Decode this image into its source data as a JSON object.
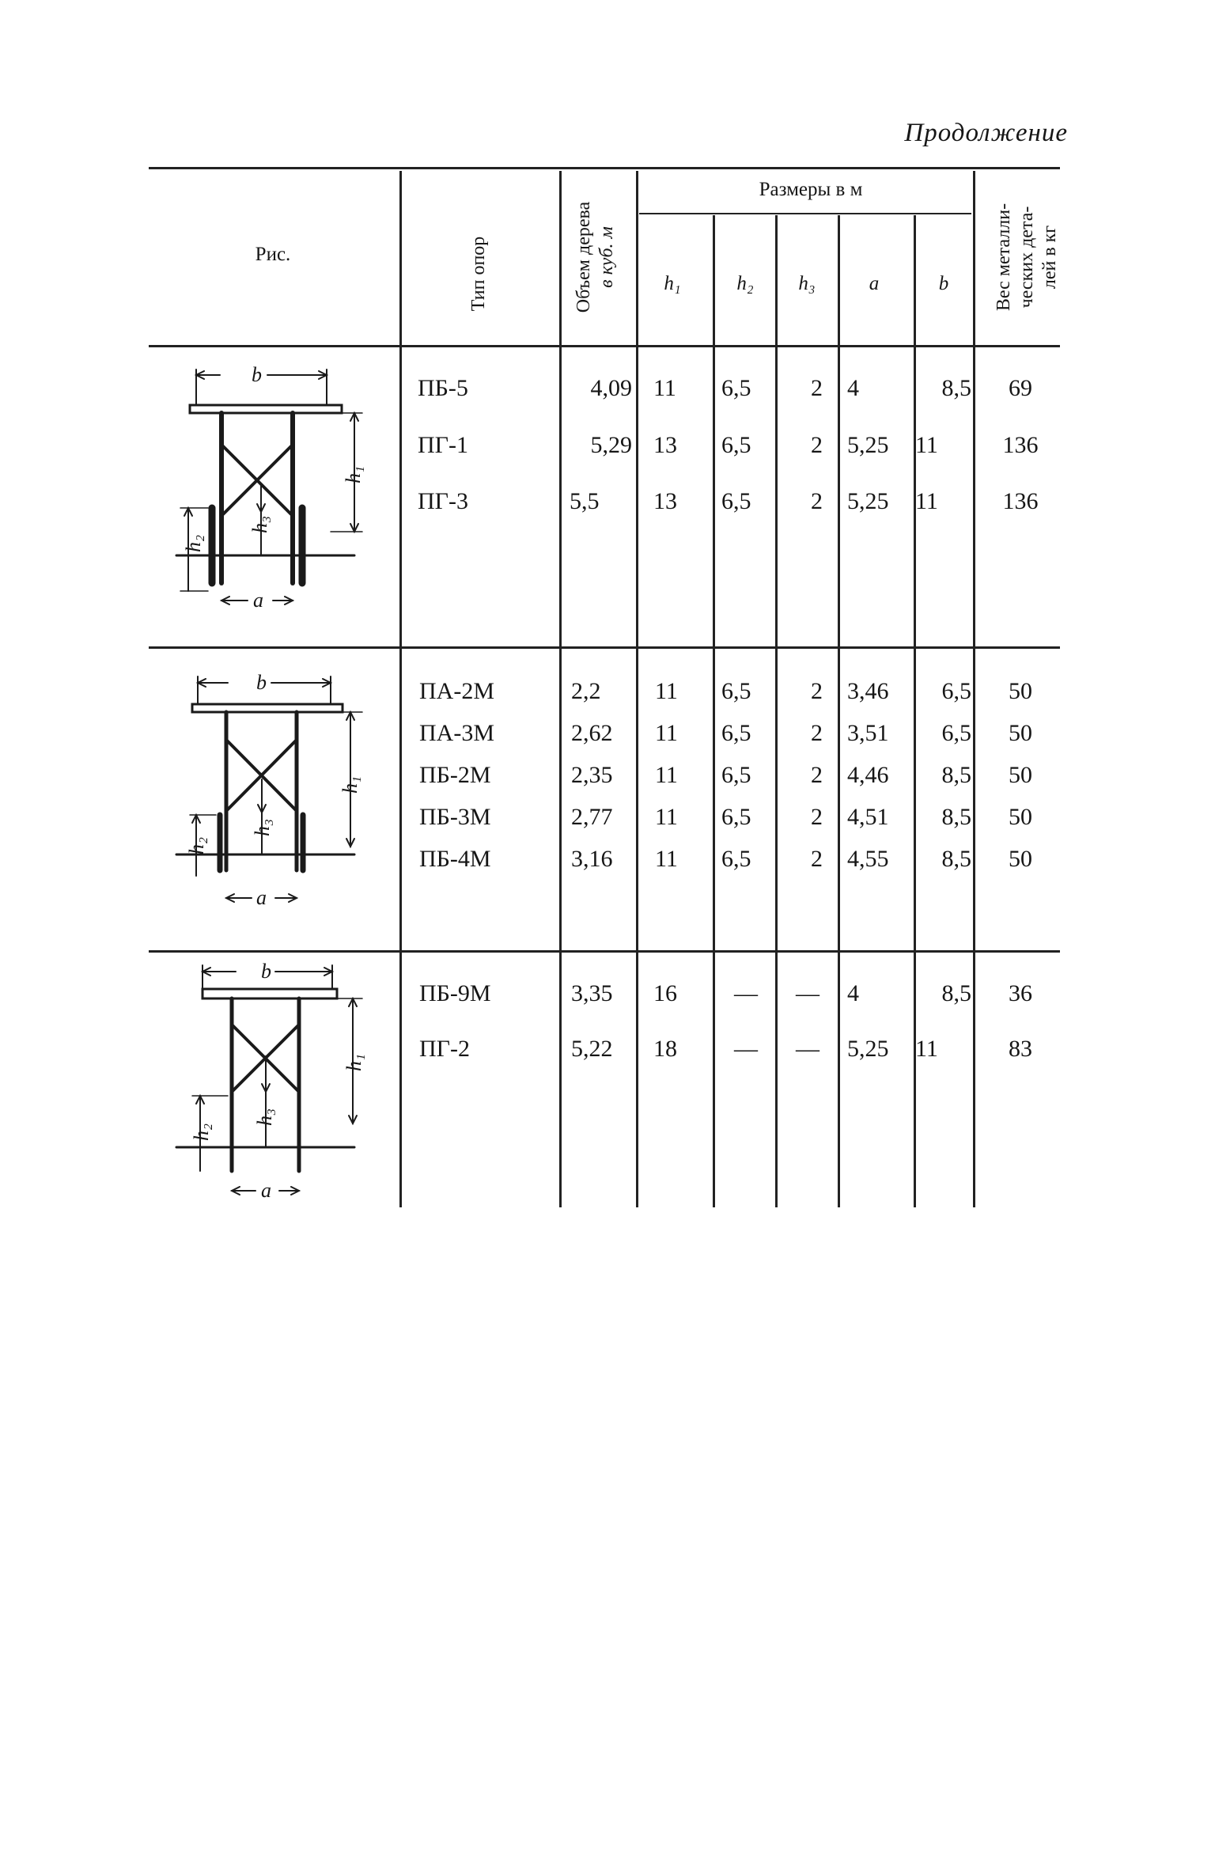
{
  "caption": "Продолжение",
  "header": {
    "fig": "Рис.",
    "type": "Тип опор",
    "volume_line1": "Объем дерева",
    "volume_line2": "в куб. м",
    "dims": "Размеры в м",
    "h1": "h₁",
    "h2": "h₂",
    "h3": "h₃",
    "a": "a",
    "b": "b",
    "weight_line1": "Вес металли-",
    "weight_line2": "ческих дета-",
    "weight_line3": "лей в кг"
  },
  "figure_labels": {
    "b": "b",
    "a": "a",
    "h1": "h₁",
    "h2": "h₂",
    "h3": "h₃"
  },
  "groups": [
    {
      "rows": [
        {
          "type": "ПБ-5",
          "volume": "4,09",
          "h1": "11",
          "h2": "6,5",
          "h3": "2",
          "a": "4",
          "b": "8,5",
          "weight": "69"
        },
        {
          "type": "ПГ-1",
          "volume": "5,29",
          "h1": "13",
          "h2": "6,5",
          "h3": "2",
          "a": "5,25",
          "b": "11",
          "weight": "136"
        },
        {
          "type": "ПГ-3",
          "volume": "5,5",
          "h1": "13",
          "h2": "6,5",
          "h3": "2",
          "a": "5,25",
          "b": "11",
          "weight": "136"
        }
      ]
    },
    {
      "rows": [
        {
          "type": "ПА-2М",
          "volume": "2,2",
          "h1": "11",
          "h2": "6,5",
          "h3": "2",
          "a": "3,46",
          "b": "6,5",
          "weight": "50"
        },
        {
          "type": "ПА-3М",
          "volume": "2,62",
          "h1": "11",
          "h2": "6,5",
          "h3": "2",
          "a": "3,51",
          "b": "6,5",
          "weight": "50"
        },
        {
          "type": "ПБ-2М",
          "volume": "2,35",
          "h1": "11",
          "h2": "6,5",
          "h3": "2",
          "a": "4,46",
          "b": "8,5",
          "weight": "50"
        },
        {
          "type": "ПБ-3М",
          "volume": "2,77",
          "h1": "11",
          "h2": "6,5",
          "h3": "2",
          "a": "4,51",
          "b": "8,5",
          "weight": "50"
        },
        {
          "type": "ПБ-4М",
          "volume": "3,16",
          "h1": "11",
          "h2": "6,5",
          "h3": "2",
          "a": "4,55",
          "b": "8,5",
          "weight": "50"
        }
      ]
    },
    {
      "rows": [
        {
          "type": "ПБ-9М",
          "volume": "3,35",
          "h1": "16",
          "h2": "—",
          "h3": "—",
          "a": "4",
          "b": "8,5",
          "weight": "36"
        },
        {
          "type": "ПГ-2",
          "volume": "5,22",
          "h1": "18",
          "h2": "—",
          "h3": "—",
          "a": "5,25",
          "b": "11",
          "weight": "83"
        }
      ]
    }
  ]
}
